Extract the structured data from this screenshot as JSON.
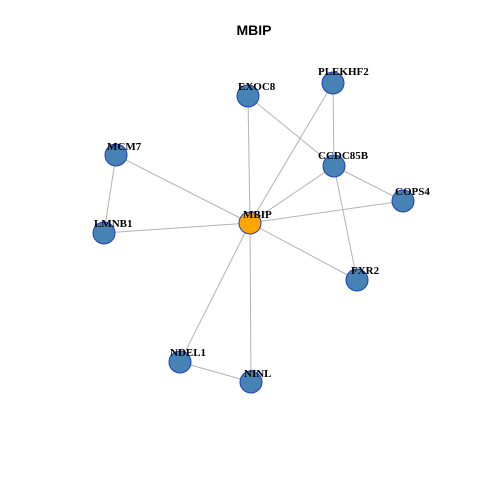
{
  "title": "MBIP",
  "colors": {
    "hub": "#FFA500",
    "node": "#4682B4",
    "node_border": "#1F3FBF",
    "edge": "#B3B3B3"
  },
  "nodes": [
    {
      "id": "MBIP",
      "label": "MBIP",
      "hub": true
    },
    {
      "id": "EXOC8",
      "label": "EXOC8"
    },
    {
      "id": "PLEKHF2",
      "label": "PLEKHF2"
    },
    {
      "id": "MCM7",
      "label": "MCM7"
    },
    {
      "id": "CCDC85B",
      "label": "CCDC85B"
    },
    {
      "id": "COPS4",
      "label": "COPS4"
    },
    {
      "id": "LMNB1",
      "label": "LMNB1"
    },
    {
      "id": "FXR2",
      "label": "FXR2"
    },
    {
      "id": "NDEL1",
      "label": "NDEL1"
    },
    {
      "id": "NINL",
      "label": "NINL"
    }
  ],
  "edges": [
    [
      "MBIP",
      "EXOC8"
    ],
    [
      "MBIP",
      "PLEKHF2"
    ],
    [
      "MBIP",
      "MCM7"
    ],
    [
      "MBIP",
      "CCDC85B"
    ],
    [
      "MBIP",
      "COPS4"
    ],
    [
      "MBIP",
      "LMNB1"
    ],
    [
      "MBIP",
      "FXR2"
    ],
    [
      "MBIP",
      "NDEL1"
    ],
    [
      "MBIP",
      "NINL"
    ],
    [
      "EXOC8",
      "CCDC85B"
    ],
    [
      "PLEKHF2",
      "CCDC85B"
    ],
    [
      "MCM7",
      "LMNB1"
    ],
    [
      "CCDC85B",
      "COPS4"
    ],
    [
      "CCDC85B",
      "FXR2"
    ],
    [
      "NDEL1",
      "NINL"
    ]
  ]
}
